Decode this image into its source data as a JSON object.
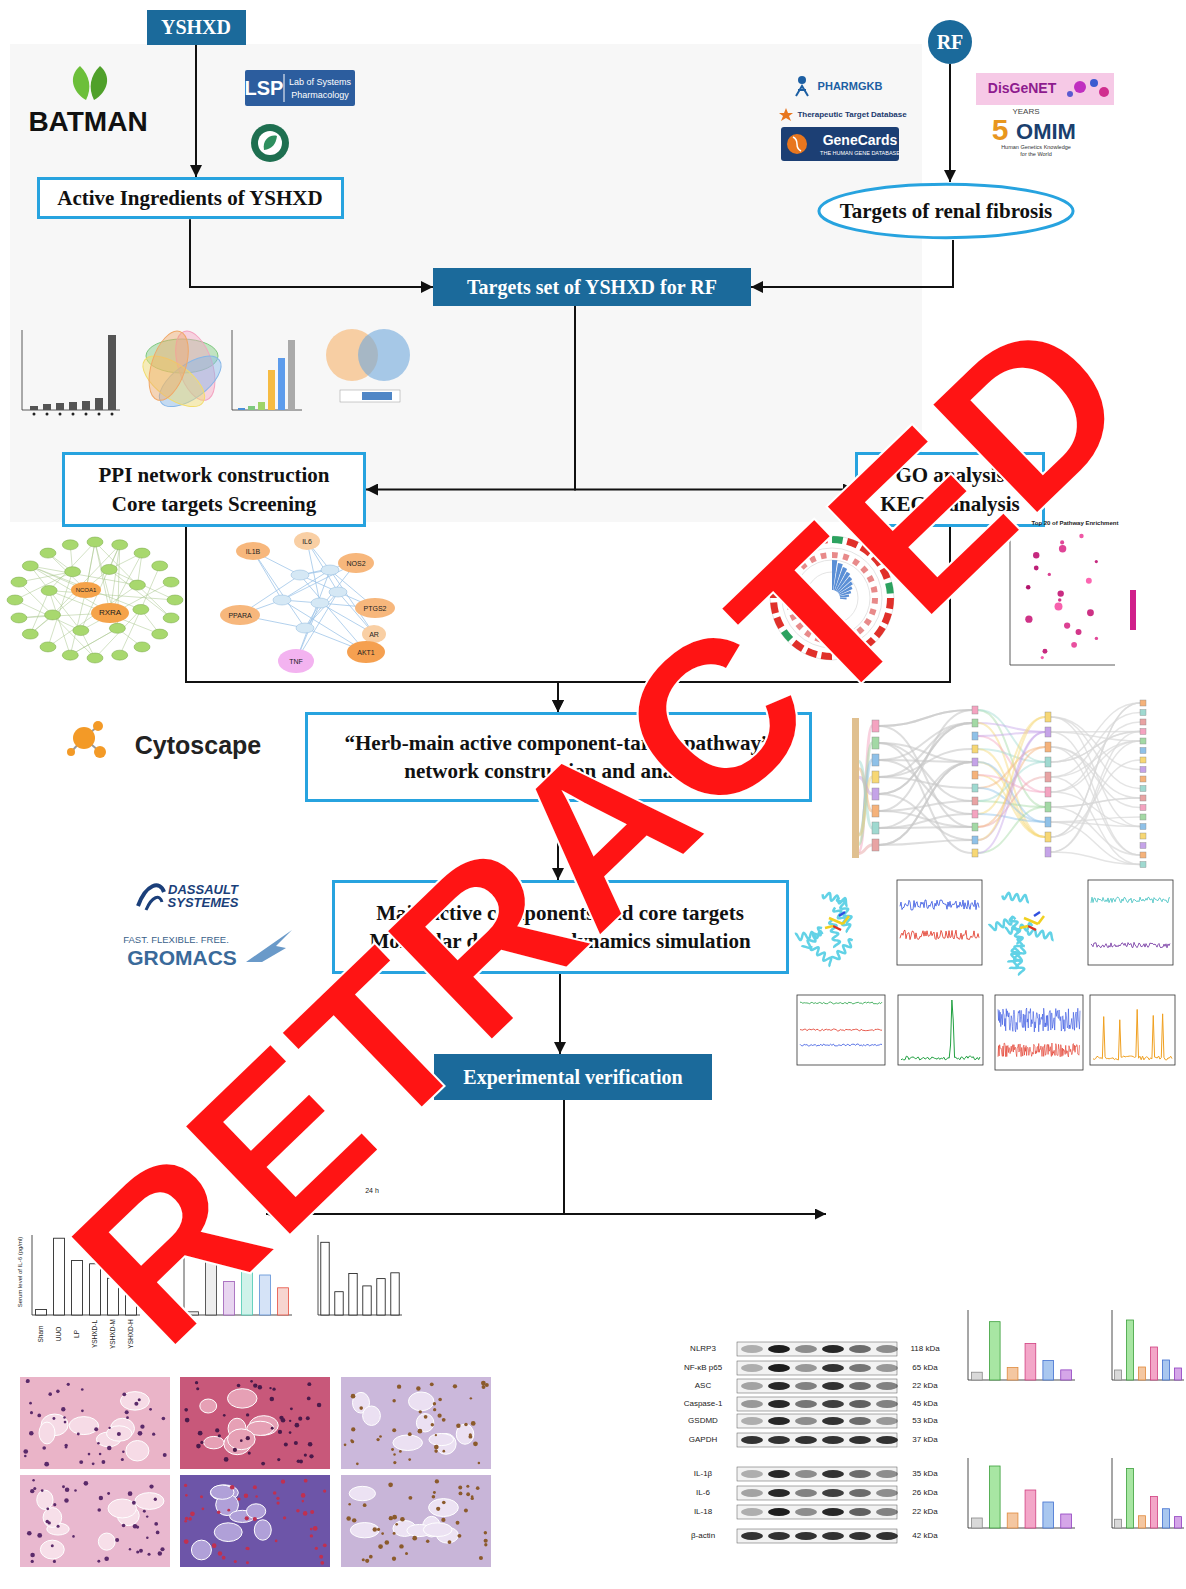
{
  "diagram": {
    "nodes": [
      {
        "text": [
          "YSHXD"
        ]
      },
      {
        "text": [
          "RF"
        ]
      },
      {
        "text": [
          "Active Ingredients of YSHXD"
        ]
      },
      {
        "text": [
          "Targets of renal fibrosis"
        ]
      },
      {
        "text": [
          "Targets set of YSHXD for RF"
        ]
      },
      {
        "text": [
          "PPI network construction",
          "Core targets Screening"
        ]
      },
      {
        "text": [
          "GO analysis",
          "KEGG analysis"
        ]
      },
      {
        "text": [
          "“Herb-main active component-target-pathway” network construction and analysis"
        ]
      },
      {
        "text": [
          "Main active components and core targets",
          "Molecular docking & dynamics simulation"
        ]
      },
      {
        "text": [
          "Experimental verification"
        ]
      }
    ],
    "edges": [
      {
        "from": 0,
        "to": 2,
        "arrow": "to"
      },
      {
        "from": 1,
        "to": 3,
        "arrow": "to"
      },
      {
        "from": 2,
        "to": 4,
        "arrow": "to"
      },
      {
        "from": 3,
        "to": 4,
        "arrow": "to"
      },
      {
        "from": 4,
        "to": 5,
        "arrow": "to"
      },
      {
        "from": 4,
        "to": 6,
        "arrow": "to"
      },
      {
        "from": 5,
        "to": 7,
        "arrow": "to"
      },
      {
        "from": 6,
        "to": 7,
        "arrow": "to"
      },
      {
        "from": 7,
        "to": 8,
        "arrow": "to"
      },
      {
        "from": 8,
        "to": 9,
        "arrow": "to"
      }
    ],
    "labels": [
      "RETRACTED",
      "BATMAN",
      "LSP",
      "Lab of Systems",
      "Pharmacology",
      "PHARMGKB",
      "Therapeutic Target Database",
      "GeneCards",
      "THE HUMAN GENE DATABASE",
      "DisGeNET",
      "YEARS",
      "5",
      "OMIM",
      "Human Genetics Knowledge",
      "for the World",
      "RXRA",
      "NCOA1",
      "IL1B",
      "IL6",
      "NOS2",
      "PTGS2",
      "PPARA",
      "AR",
      "AKT1",
      "TNF",
      "Top 20 of Pathway Enrichment",
      "Cytoscape",
      "DASSAULT",
      "SYSTEMES",
      "FAST. FLEXIBLE. FREE.",
      "GROMACS",
      "24 h",
      "Serum level of IL-6 (pg/ml)",
      "Sham",
      "UUO",
      "LP",
      "YSHXD-L",
      "YSHXD-M",
      "YSHXD-H",
      "NLRP3",
      "NF-κB p65",
      "ASC",
      "Caspase-1",
      "GSDMD",
      "GAPDH",
      "IL-1β",
      "IL-6",
      "IL-18",
      "β-actin",
      "118 kDa",
      "65 kDa",
      "22 kDa",
      "45 kDa",
      "53 kDa",
      "37 kDa",
      "35 kDa",
      "26 kDa",
      "22 kDa",
      "42 kDa"
    ]
  }
}
